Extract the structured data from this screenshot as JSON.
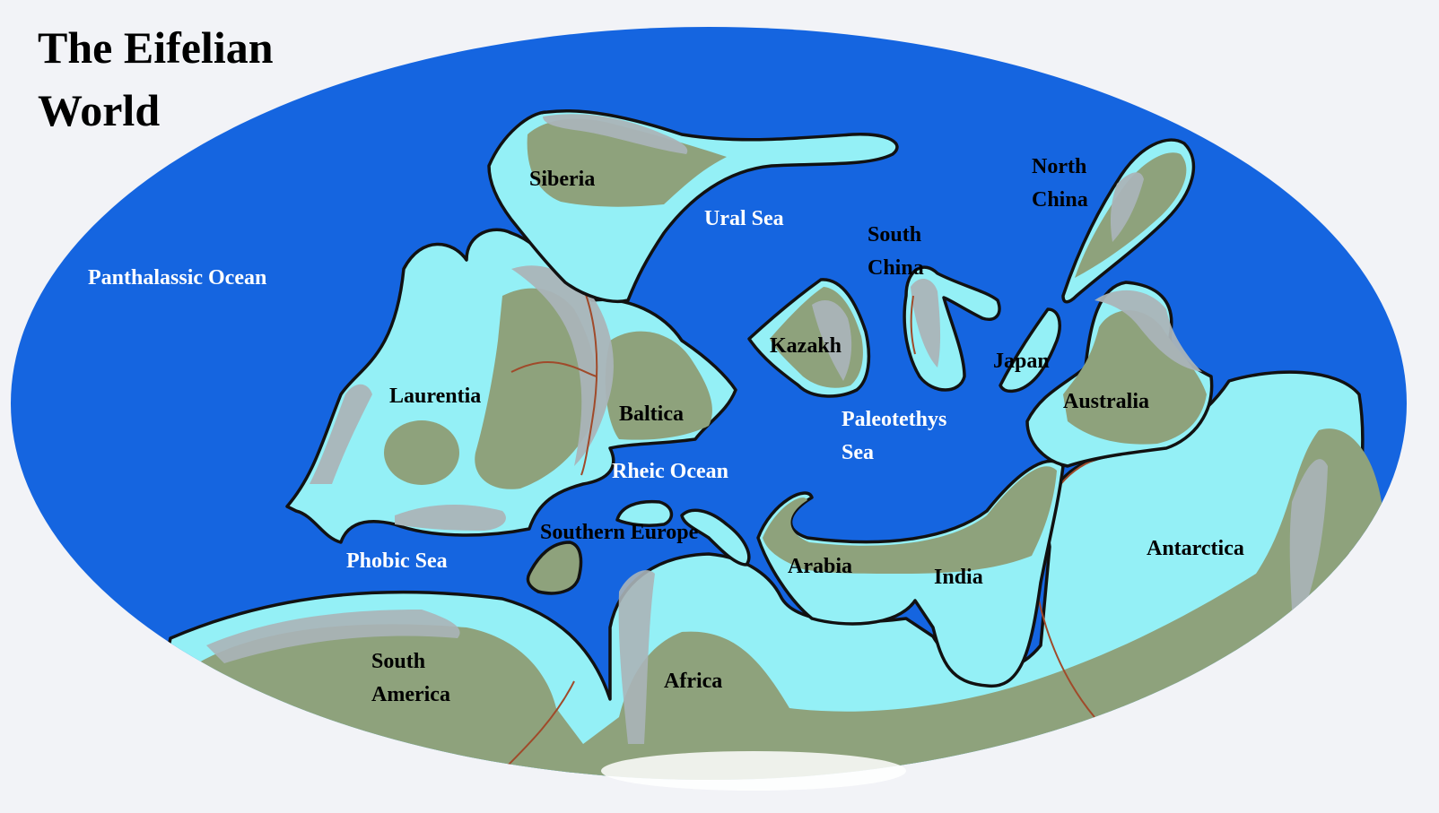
{
  "title": [
    "The Eifelian",
    "World"
  ],
  "colors": {
    "background": "#f2f3f7",
    "ocean": "#1565e0",
    "shelf_sea": "#94f0f6",
    "land": "#8ea27c",
    "mountains": "#aab4b8",
    "coastline": "#111111",
    "suture": "#a04a2a",
    "ocean_label": "#ffffff",
    "land_label": "#000000"
  },
  "ocean_labels": [
    {
      "id": "panthalassic-ocean",
      "lines": [
        "Panthalassic Ocean"
      ]
    },
    {
      "id": "ural-sea",
      "lines": [
        "Ural Sea"
      ]
    },
    {
      "id": "paleotethys-sea",
      "lines": [
        "Paleotethys",
        "Sea"
      ]
    },
    {
      "id": "rheic-ocean",
      "lines": [
        "Rheic Ocean"
      ]
    },
    {
      "id": "phobic-sea",
      "lines": [
        "Phobic Sea"
      ]
    }
  ],
  "land_labels": [
    {
      "id": "siberia",
      "lines": [
        "Siberia"
      ]
    },
    {
      "id": "laurentia",
      "lines": [
        "Laurentia"
      ]
    },
    {
      "id": "baltica",
      "lines": [
        "Baltica"
      ]
    },
    {
      "id": "kazakh",
      "lines": [
        "Kazakh"
      ]
    },
    {
      "id": "south-china",
      "lines": [
        "South",
        "China"
      ]
    },
    {
      "id": "north-china",
      "lines": [
        "North",
        "China"
      ]
    },
    {
      "id": "japan",
      "lines": [
        "Japan"
      ]
    },
    {
      "id": "australia",
      "lines": [
        "Australia"
      ]
    },
    {
      "id": "southern-europe",
      "lines": [
        "Southern Europe"
      ]
    },
    {
      "id": "arabia",
      "lines": [
        "Arabia"
      ]
    },
    {
      "id": "india",
      "lines": [
        "India"
      ]
    },
    {
      "id": "antarctica",
      "lines": [
        "Antarctica"
      ]
    },
    {
      "id": "south-america",
      "lines": [
        "South",
        "America"
      ]
    },
    {
      "id": "africa",
      "lines": [
        "Africa"
      ]
    }
  ]
}
